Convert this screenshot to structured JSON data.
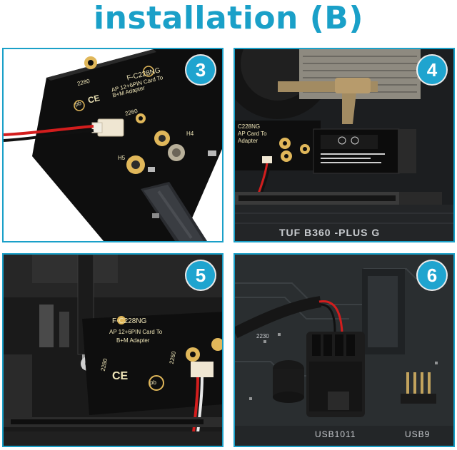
{
  "title": "installation (B)",
  "colors": {
    "accent": "#1aa0c8",
    "badge": "#1fa4cf",
    "pcb": "#101010",
    "gold": "#e0b75a"
  },
  "steps": [
    {
      "number": "3",
      "labels": {
        "model": "F-C228NG",
        "desc1": "AP 12+6PIN Card To",
        "desc2": "B+M Adapter",
        "mark_2280_a": "2280",
        "mark_2260": "2260",
        "h4": "H4",
        "h5": "H5",
        "ce": "CE",
        "pb": "pb"
      }
    },
    {
      "number": "4",
      "labels": {
        "model": "C228NG",
        "desc1": "AP Card To",
        "desc2": "Adapter",
        "board": "TUF B360 -PLUS G"
      }
    },
    {
      "number": "5",
      "labels": {
        "model": "F-C228NG",
        "desc1": "AP 12+6PIN Card To",
        "desc2": "B+M Adapter",
        "mark_2280": "2280",
        "mark_2260": "2260",
        "ce": "CE",
        "pb": "pb"
      }
    },
    {
      "number": "6",
      "labels": {
        "header": "USB1011",
        "header2": "USB9",
        "mark_2230": "2230"
      }
    }
  ]
}
